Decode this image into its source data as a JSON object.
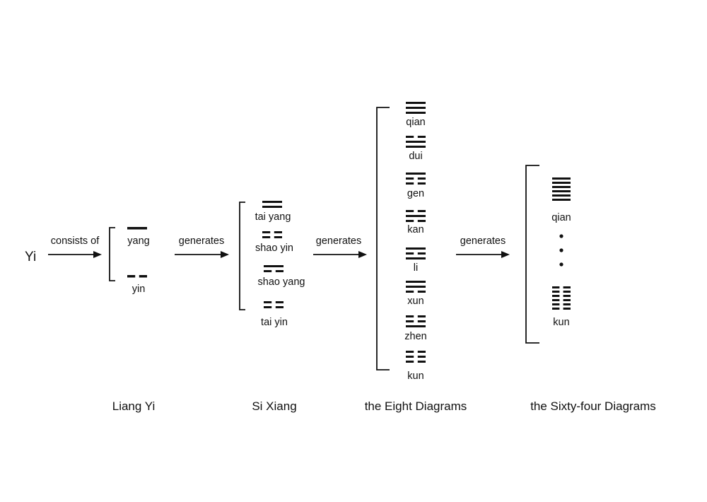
{
  "diagram": {
    "root": {
      "label": "Yi"
    },
    "edges": [
      {
        "label": "consists of"
      },
      {
        "label": "generates"
      },
      {
        "label": "generates"
      },
      {
        "label": "generates"
      }
    ],
    "groups": [
      {
        "title": "Liang Yi",
        "items": [
          {
            "label": "yang",
            "lines": [
              1
            ]
          },
          {
            "label": "yin",
            "lines": [
              0
            ]
          }
        ]
      },
      {
        "title": "Si Xiang",
        "items": [
          {
            "label": "tai yang",
            "lines": [
              1,
              1
            ]
          },
          {
            "label": "shao yin",
            "lines": [
              0,
              0
            ]
          },
          {
            "label": "shao yang",
            "lines": [
              1,
              0
            ]
          },
          {
            "label": "tai yin",
            "lines": [
              0,
              0
            ]
          }
        ]
      },
      {
        "title": "the Eight Diagrams",
        "items": [
          {
            "label": "qian",
            "lines": [
              1,
              1,
              1
            ]
          },
          {
            "label": "dui",
            "lines": [
              0,
              1,
              1
            ]
          },
          {
            "label": "gen",
            "lines": [
              1,
              0,
              0
            ]
          },
          {
            "label": "kan",
            "lines": [
              0,
              1,
              0
            ]
          },
          {
            "label": "li",
            "lines": [
              1,
              0,
              1
            ]
          },
          {
            "label": "xun",
            "lines": [
              1,
              1,
              0
            ]
          },
          {
            "label": "zhen",
            "lines": [
              0,
              0,
              1
            ]
          },
          {
            "label": "kun",
            "lines": [
              0,
              0,
              0
            ]
          }
        ]
      },
      {
        "title": "the Sixty-four Diagrams",
        "items": [
          {
            "label": "qian",
            "lines": [
              1,
              1,
              1,
              1,
              1,
              1
            ]
          },
          {
            "label": "kun",
            "lines": [
              0,
              0,
              0,
              0,
              0,
              0
            ]
          }
        ],
        "ellipsis_dots": 3
      }
    ]
  }
}
